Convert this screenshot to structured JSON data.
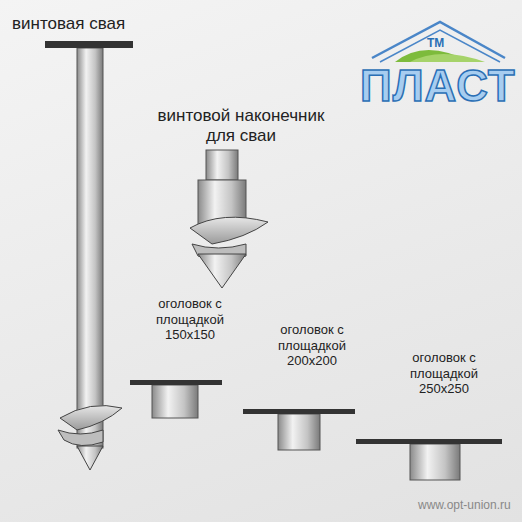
{
  "diagram": {
    "labels": [
      "винтовая свая",
      "винтовой наконечник для сваи",
      "оголовок с площадкой 150x150",
      "оголовок с площадкой 200x200",
      "оголовок с площадкой 250x250",
      "ТМ",
      "ПЛАСТ",
      "www.opt-union.ru"
    ]
  }
}
